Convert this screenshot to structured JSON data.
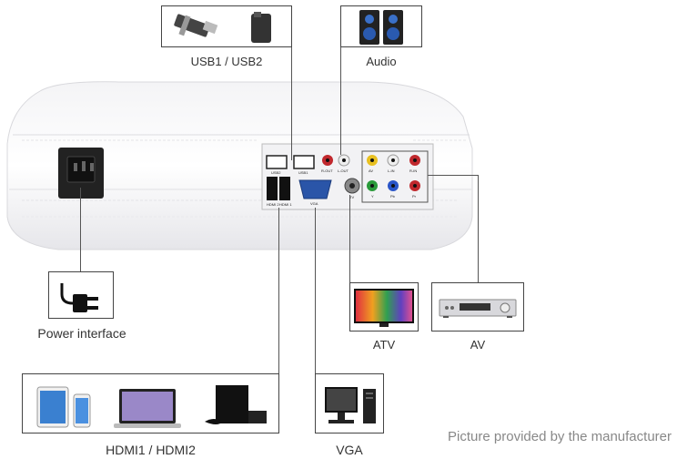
{
  "labels": {
    "usb": "USB1 / USB2",
    "audio": "Audio",
    "power": "Power interface",
    "atv": "ATV",
    "av": "AV",
    "hdmi": "HDMI1 / HDMI2",
    "vga": "VGA"
  },
  "ports": {
    "usb2": "USB2",
    "usb1": "USB1",
    "r_out": "R-OUT",
    "l_out": "L-OUT",
    "hdmi2": "HDMI 2",
    "hdmi1": "HDMI 1",
    "vga": "VGA",
    "tv": "TV",
    "av": "AV",
    "l_in": "L-IN",
    "r_in": "R-IN",
    "y": "Y",
    "pb": "Pb",
    "pr": "Pr"
  },
  "credit": "Picture provided by the manufacturer"
}
